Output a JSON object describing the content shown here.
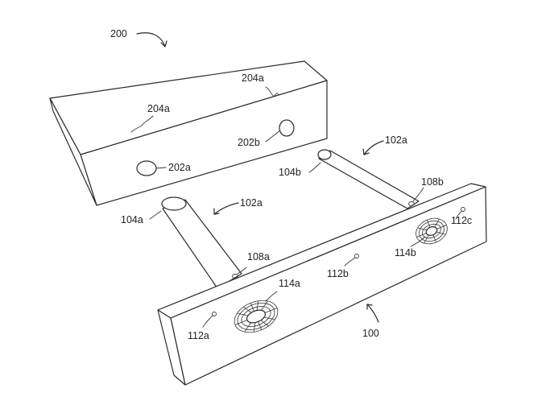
{
  "labels": {
    "ref_200": "200",
    "ref_204a_top": "204a",
    "ref_204a_front": "204a",
    "ref_202b": "202b",
    "ref_202a": "202a",
    "ref_102a_right": "102a",
    "ref_102a_left": "102a",
    "ref_104b": "104b",
    "ref_104a": "104a",
    "ref_108b": "108b",
    "ref_108a": "108a",
    "ref_112c": "112c",
    "ref_114b": "114b",
    "ref_112b": "112b",
    "ref_114a": "114a",
    "ref_112a": "112a",
    "ref_100": "100"
  }
}
